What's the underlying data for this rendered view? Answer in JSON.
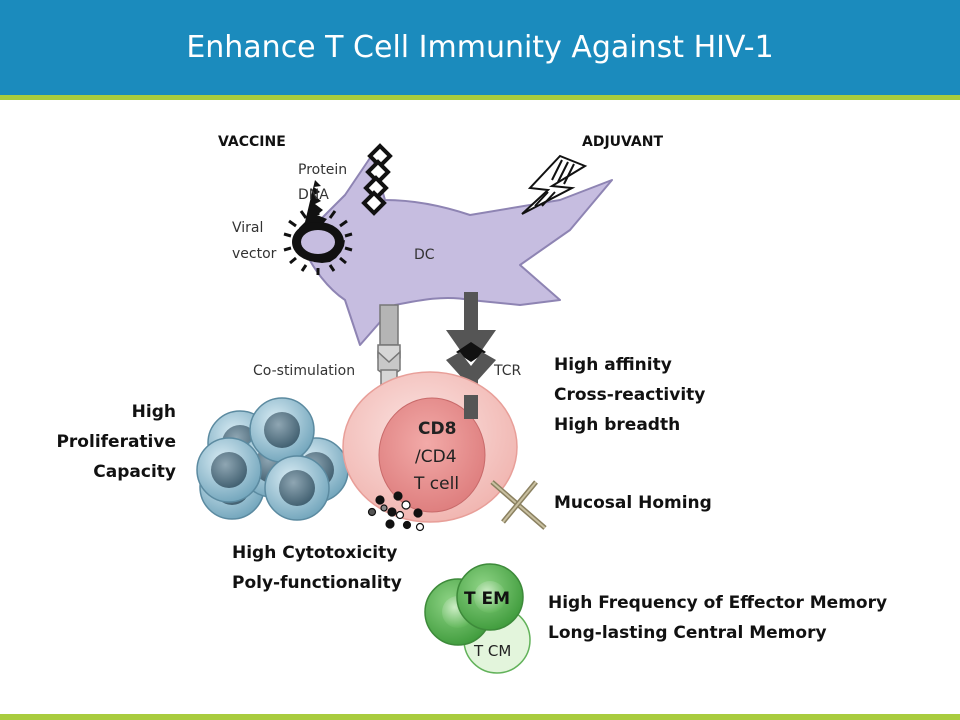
{
  "title": "Enhance T Cell Immunity Against HIV-1",
  "labels": {
    "vaccine": "VACCINE",
    "adjuvant": "ADJUVANT",
    "protein": "Protein",
    "dna": "DNA",
    "viral": "Viral",
    "vector": "vector",
    "dc": "DC",
    "costim": "Co-stimulation",
    "tcr": "TCR",
    "cd8": "CD8",
    "cd4": "/CD4",
    "tcell": "T cell",
    "tem": "T EM",
    "tcm": "T CM"
  },
  "features": {
    "prolif": [
      "High",
      "Proliferative",
      "Capacity"
    ],
    "affinity": [
      "High affinity",
      "Cross-reactivity",
      "High breadth"
    ],
    "mucosal": "Mucosal Homing",
    "cyto": [
      "High Cytotoxicity",
      "Poly-functionality"
    ],
    "memory": [
      "High Frequency of Effector Memory",
      "Long-lasting Central Memory"
    ]
  },
  "colors": {
    "header": "#1b8bbd",
    "stripe": "#a9cc3e",
    "dc": "#c6bde0",
    "tcell_outer": "#f6c9c6",
    "tcell_inner": "#ea8e8e",
    "prolif_cell": "#8ab6c9",
    "memory_dark": "#4fa84a",
    "memory_light": "#d4efcc"
  }
}
